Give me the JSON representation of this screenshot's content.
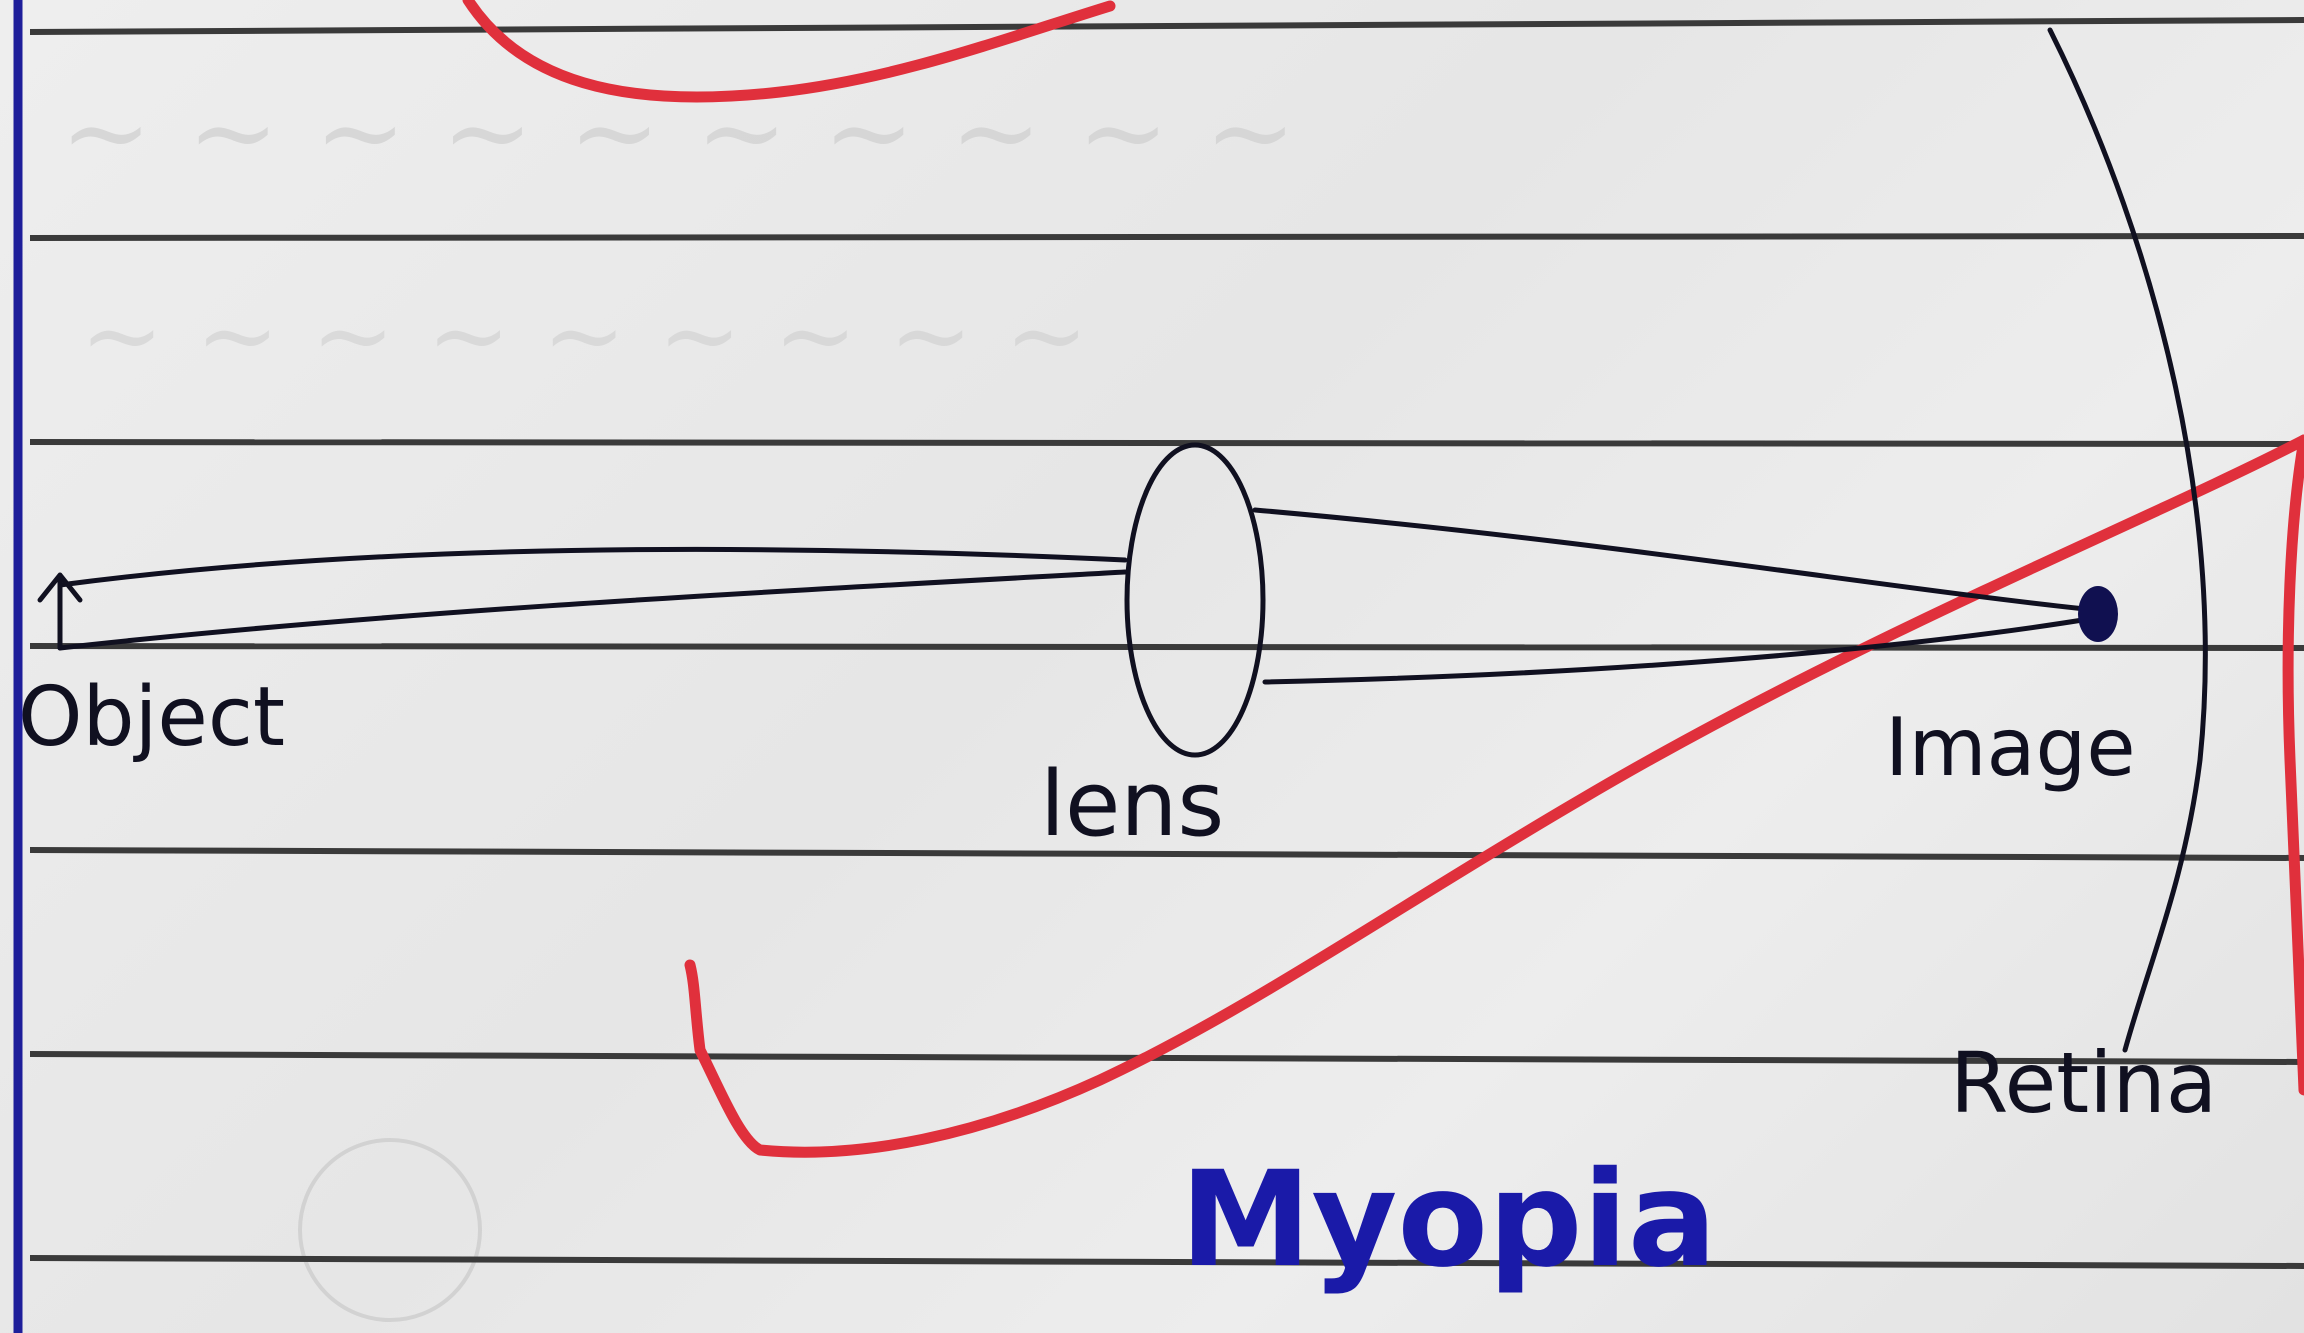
{
  "labels": {
    "object": "Object",
    "lens": "lens",
    "image": "Image",
    "retina": "Retina",
    "title": "Myopia"
  },
  "colors": {
    "ink": "#101020",
    "margin_line": "#1e1e9a",
    "title_ink": "#1a1aa8",
    "red_annotation": "#e0303c",
    "ruled_lines": "#3a3a3a",
    "paper": "#ebebeb"
  }
}
